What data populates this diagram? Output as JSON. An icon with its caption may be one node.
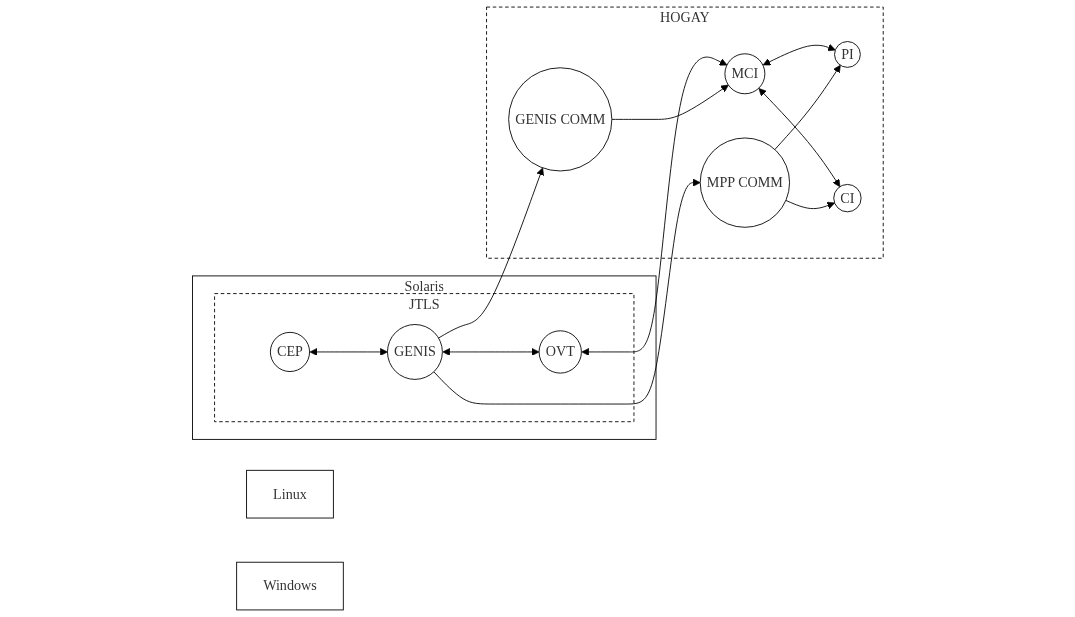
{
  "diagram": {
    "nodes": [
      {
        "text": [
          "Solaris"
        ]
      },
      {
        "text": [
          "Linux"
        ]
      },
      {
        "text": [
          "Windows"
        ]
      },
      {
        "text": [
          "JTLS"
        ],
        "in": 0
      },
      {
        "text": [
          "HOGAY"
        ]
      },
      {
        "text": [
          "CEP"
        ],
        "in": 3
      },
      {
        "text": [
          "GENIS"
        ],
        "in": 3
      },
      {
        "text": [
          "OVT"
        ],
        "in": 3
      },
      {
        "text": [
          "GENIS COMM"
        ],
        "in": 4
      },
      {
        "text": [
          "MPP COMM"
        ],
        "in": 4
      },
      {
        "text": [
          "MCI"
        ],
        "in": 4
      },
      {
        "text": [
          "PI"
        ],
        "in": 4
      },
      {
        "text": [
          "CI"
        ],
        "in": 4
      }
    ],
    "edges": [
      {
        "from": 5,
        "to": 6,
        "arrow": "both"
      },
      {
        "from": 6,
        "to": 7,
        "arrow": "both"
      },
      {
        "from": 7,
        "to": 10,
        "arrow": "both"
      },
      {
        "from": 6,
        "to": 8,
        "arrow": "to"
      },
      {
        "from": 6,
        "to": 9,
        "arrow": "to"
      },
      {
        "from": 8,
        "to": 10,
        "arrow": "to"
      },
      {
        "from": 10,
        "to": 11,
        "arrow": "both"
      },
      {
        "from": 10,
        "to": 12,
        "arrow": "both"
      },
      {
        "from": 9,
        "to": 12,
        "arrow": "to"
      },
      {
        "from": 9,
        "to": 11,
        "arrow": "to"
      }
    ]
  }
}
